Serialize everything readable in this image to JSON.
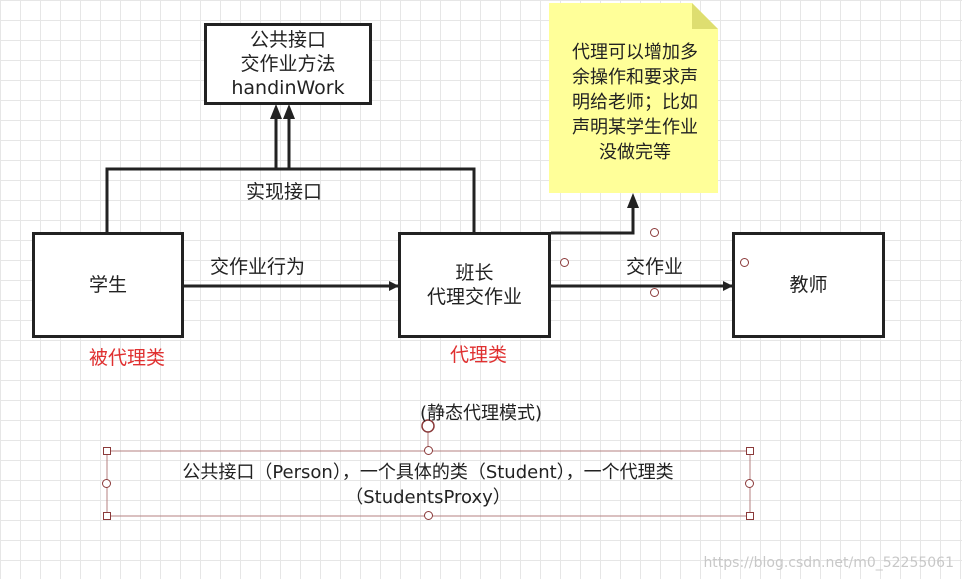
{
  "interface_box": {
    "lines": [
      "公共接口",
      "交作业方法",
      "handinWork"
    ]
  },
  "student_box": {
    "label": "学生"
  },
  "monitor_box": {
    "lines": [
      "班长",
      "代理交作业"
    ]
  },
  "teacher_box": {
    "label": "教师"
  },
  "labels": {
    "implement": "实现接口",
    "hand_in_behavior": "交作业行为",
    "hand_in": "交作业",
    "proxied_class": "被代理类",
    "proxy_class": "代理类",
    "static_proxy": "(静态代理模式)"
  },
  "note": {
    "lines": [
      "代理可以增加多",
      "余操作和要求声",
      "明给老师；比如",
      "声明某学生作业",
      "没做完等"
    ]
  },
  "bottom": {
    "lines": [
      "公共接口（Person），一个具体的类（Student），一个代理类",
      "（StudentsProxy）"
    ]
  },
  "watermark": "https://blog.csdn.net/m0_52255061",
  "colors": {
    "stroke": "#222222",
    "label_red": "#e03030",
    "note_fill": "#ffff99",
    "handle": "#8b3a3a"
  }
}
